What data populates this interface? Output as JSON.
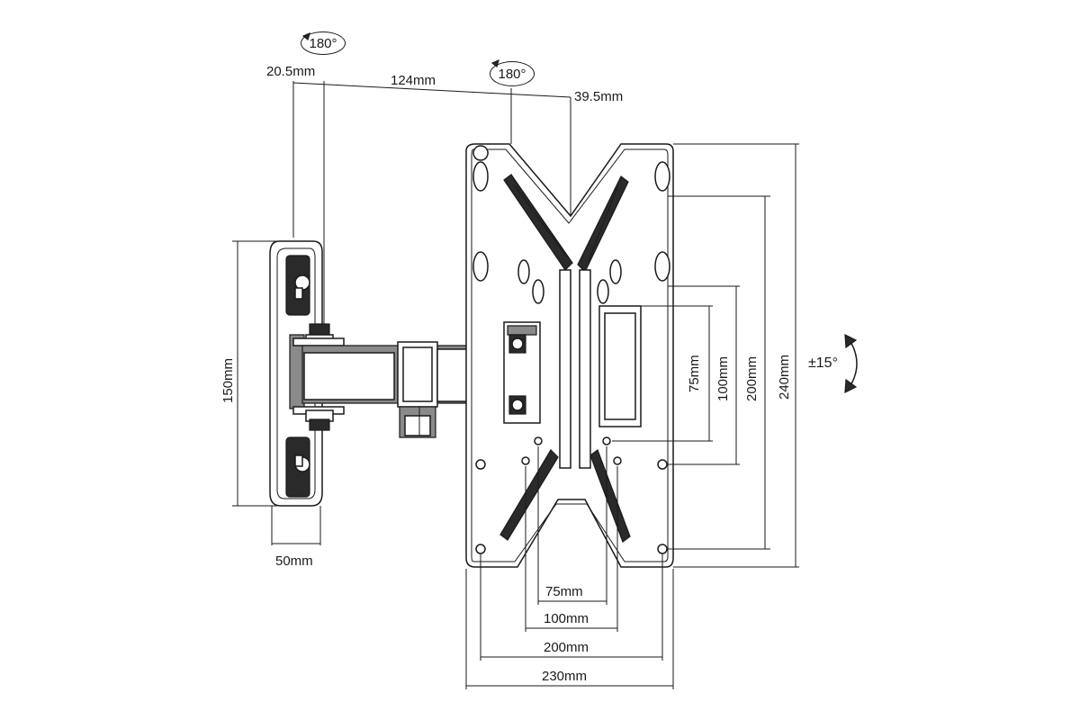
{
  "labels": {
    "rotation_arm": "180°",
    "rotation_plate": "180°",
    "offset_wall": "20.5mm",
    "arm_length": "124mm",
    "offset_plate": "39.5mm",
    "wall_height": "150mm",
    "wall_depth": "50mm",
    "vesa_w_75": "75mm",
    "vesa_w_100": "100mm",
    "vesa_w_200": "200mm",
    "plate_width": "230mm",
    "vesa_h_75": "75mm",
    "vesa_h_100": "100mm",
    "vesa_h_200": "200mm",
    "plate_height": "240mm",
    "tilt": "±15°"
  }
}
